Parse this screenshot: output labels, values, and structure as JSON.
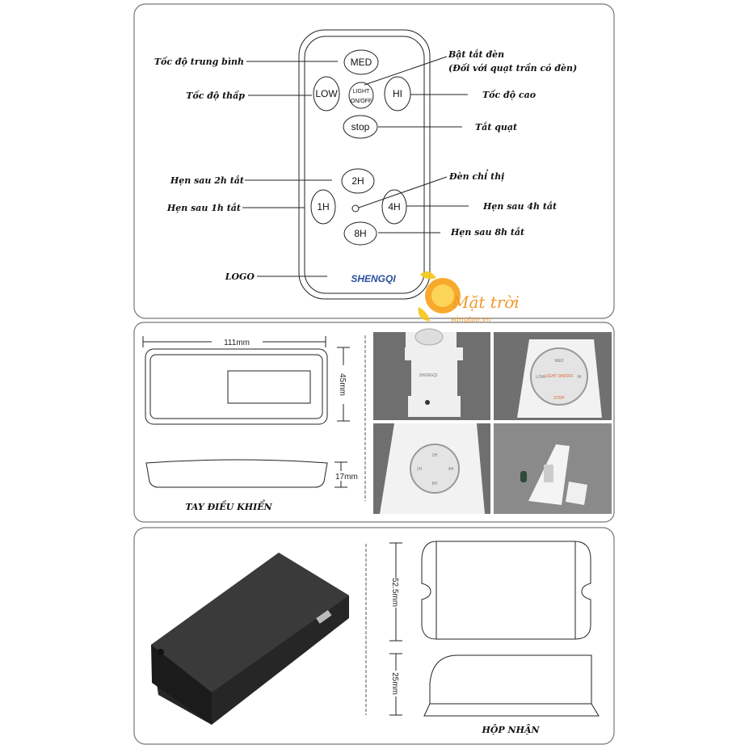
{
  "remote_diagram": {
    "buttons": {
      "med": "MED",
      "low": "LOW",
      "light_1": "LIGHT",
      "light_2": "ON/OFF",
      "hi": "HI",
      "stop": "stop",
      "h2": "2H",
      "h1": "1H",
      "h4": "4H",
      "h8": "8H"
    },
    "labels": {
      "med": "Tốc độ trung bình",
      "low": "Tốc độ thấp",
      "light": "Bật tắt đèn",
      "light_note": "(Đối với quạt trần có đèn)",
      "hi": "Tốc độ cao",
      "stop": "Tắt quạt",
      "h2": "Hẹn sau 2h tắt",
      "h1": "Hẹn sau 1h tắt",
      "indicator": "Đèn chỉ thị",
      "h4": "Hẹn sau 4h tắt",
      "h8": "Hẹn sau 8h tắt",
      "logo": "LOGO"
    },
    "brand": "SHENGQI"
  },
  "watermark": {
    "title": "Mặt trời",
    "subtitle": "sángtạo.vn"
  },
  "remote_dimensions": {
    "width": "111mm",
    "height": "45mm",
    "depth": "17mm",
    "caption": "TAY ĐIỀU KHIỂN"
  },
  "photos": {
    "buttons_top": [
      "MED",
      "LOW",
      "LIGHT ON/OFF",
      "HI",
      "STOP"
    ],
    "buttons_bottom": [
      "2H",
      "1H",
      "4H",
      "8H"
    ]
  },
  "receiver_dimensions": {
    "width": "52.5mm",
    "height": "25mm",
    "caption": "HỘP NHẬN"
  },
  "colors": {
    "accent_orange": "#f0901a",
    "brand_blue": "#2a4f9c"
  }
}
